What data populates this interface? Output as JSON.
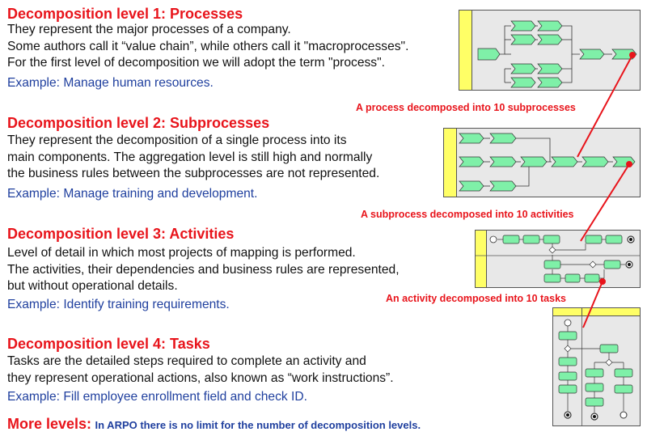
{
  "level1": {
    "title": "Decomposition level 1: Processes",
    "lines": [
      "They represent the major processes of a company.",
      "Some authors call it “value chain”, while others call it \"macroprocesses\".",
      "For the first level of decomposition we will adopt the term \"process\"."
    ],
    "example": "Example: Manage human resources.",
    "caption": "A process decomposed into 10 subprocesses"
  },
  "level2": {
    "title": "Decomposition level 2: Subprocesses",
    "lines": [
      "They represent the decomposition of a single process into its",
      "main components. The aggregation level is still high and normally",
      "the business rules between the subprocesses are not represented."
    ],
    "example": "Example: Manage training and development.",
    "caption": "A subprocess decomposed into 10 activities"
  },
  "level3": {
    "title": "Decomposition level 3: Activities",
    "lines": [
      "Level of detail in which most projects of mapping is performed.",
      "The activities, their dependencies and business rules are represented,",
      "but without operational details."
    ],
    "example": "Example: Identify training requirements.",
    "caption": "An activity decomposed into 10 tasks"
  },
  "level4": {
    "title": "Decomposition level 4: Tasks",
    "lines": [
      "Tasks are the detailed steps required to complete an activity and",
      "they represent operational actions, also known as “work instructions”."
    ],
    "example": "Example: Fill employee enrollment field and check ID."
  },
  "more": {
    "label": "More levels:",
    "text": "In ARPO there is no limit for the number of decomposition levels."
  },
  "colors": {
    "heading": "#e8141b",
    "example": "#1f3f9e",
    "shape_fill": "#7ff0a8",
    "lane_header": "#ffff66",
    "diagram_bg": "#e8e8e8",
    "connector": "#e8141b"
  }
}
